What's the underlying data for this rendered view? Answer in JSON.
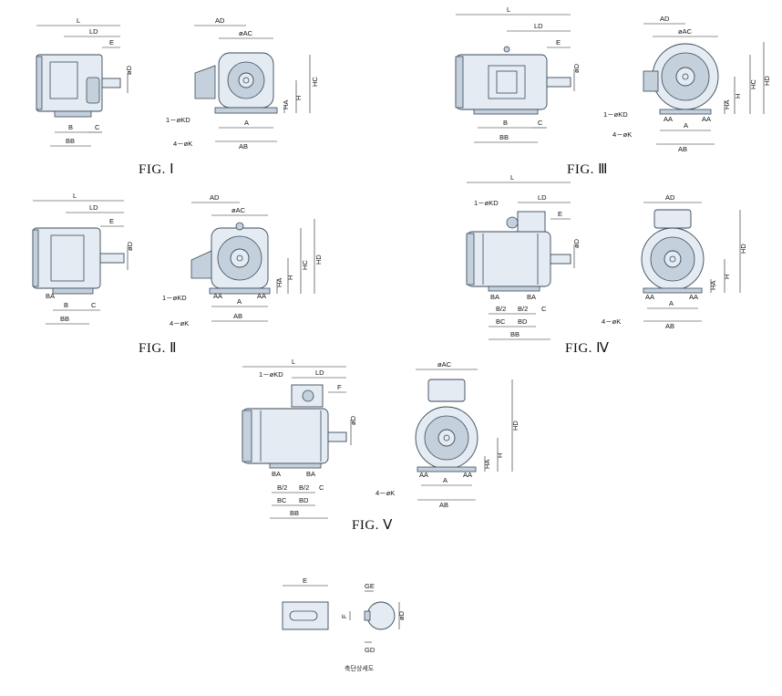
{
  "figures": {
    "fig1": {
      "label": "FIG. Ⅰ",
      "dims": {
        "L": "L",
        "LD": "LD",
        "E": "E",
        "D": "øD",
        "B": "B",
        "C": "C",
        "BB": "BB",
        "AD": "AD",
        "AC": "øAC",
        "HC": "HC",
        "H": "H",
        "HA": "HA",
        "A": "A",
        "AB": "AB",
        "KD": "1－øKD",
        "K": "4－øK"
      }
    },
    "fig2": {
      "label": "FIG. Ⅱ",
      "dims": {
        "L": "L",
        "LD": "LD",
        "E": "E",
        "D": "øD",
        "BA": "BA",
        "B": "B",
        "C": "C",
        "BB": "BB",
        "AD": "AD",
        "AC": "øAC",
        "HC": "HC",
        "HD": "HD",
        "H": "H",
        "HA": "HA",
        "A": "A",
        "AA": "AA",
        "AB": "AB",
        "KD": "1－øKD",
        "K": "4－øK"
      }
    },
    "fig3": {
      "label": "FIG. Ⅲ",
      "dims": {
        "L": "L",
        "LD": "LD",
        "E": "E",
        "D": "øD",
        "B": "B",
        "C": "C",
        "BB": "BB",
        "AD": "AD",
        "AC": "øAC",
        "HC": "HC",
        "HD": "HD",
        "H": "H",
        "HA": "HA",
        "A": "A",
        "AA": "AA",
        "AB": "AB",
        "KD": "1－øKD",
        "K": "4－øK"
      }
    },
    "fig4": {
      "label": "FIG. Ⅳ",
      "dims": {
        "L": "L",
        "LD": "LD",
        "E": "E",
        "D": "øD",
        "BA": "BA",
        "B2": "B/2",
        "BC": "BC",
        "BD": "BD",
        "C": "C",
        "BB": "BB",
        "AD": "AD",
        "HD": "HD",
        "H": "H",
        "HA": "HA",
        "A": "A",
        "AA": "AA",
        "AB": "AB",
        "KD": "1－øKD",
        "K": "4－øK"
      }
    },
    "fig5": {
      "label": "FIG. Ⅴ",
      "dims": {
        "L": "L",
        "LD": "LD",
        "F": "F",
        "D": "øD",
        "BA": "BA",
        "B2": "B/2",
        "BC": "BC",
        "BD": "BD",
        "C": "C",
        "BB": "BB",
        "AC": "øAC",
        "HD": "HD",
        "H": "H",
        "HA": "HA",
        "A": "A",
        "AA": "AA",
        "AB": "AB",
        "KD": "1－øKD",
        "K": "4－øK"
      }
    },
    "shaft": {
      "caption": "축단상세도",
      "dims": {
        "E": "E",
        "GE": "GE",
        "D": "øD",
        "F": "F",
        "GD": "GD"
      }
    }
  }
}
